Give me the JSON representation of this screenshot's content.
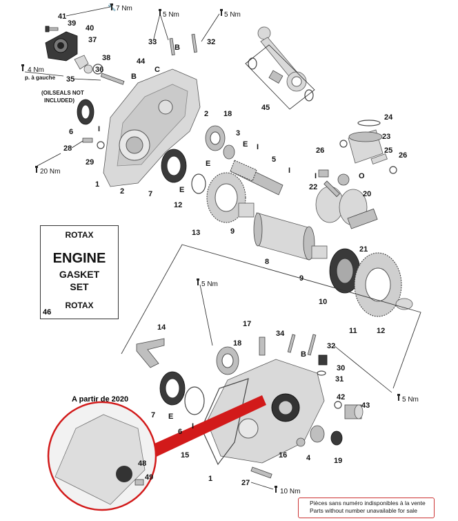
{
  "torques": {
    "t1": "7 Nm",
    "t2": "5 Nm",
    "t3": "5 Nm",
    "t4": "4 Nm",
    "t4_note": "p. à gauche",
    "t5": "20 Nm",
    "t6": "5 Nm",
    "t7": "5 Nm",
    "t8": "10 Nm"
  },
  "oilseal_note": [
    "(OILSEALS NOT",
    "INCLUDED)"
  ],
  "gasket_card": {
    "brand_top": "ROTAX",
    "line1": "ENGINE",
    "line2": "GASKET",
    "line3": "SET",
    "brand_bottom": "ROTAX",
    "ref": "46"
  },
  "from_year": "A partir de 2020",
  "notice": {
    "fr": "Pièces sans numéro indisponibles à la vente",
    "en": "Parts without number unavailable for sale"
  },
  "callouts": {
    "n41": "41",
    "n39": "39",
    "n40": "40",
    "n37": "37",
    "n38": "38",
    "n36": "36",
    "n35": "35",
    "n44": "44",
    "n33": "33",
    "n32": "32",
    "n45": "45",
    "n6": "6",
    "n28": "28",
    "n29": "29",
    "n1": "1",
    "n2a": "2",
    "n2b": "2",
    "n18": "18",
    "n3": "3",
    "n7": "7",
    "n12": "12",
    "n13": "13",
    "n9": "9",
    "n5": "5",
    "n24": "24",
    "n23": "23",
    "n26a": "26",
    "n25": "25",
    "n26b": "26",
    "n22": "22",
    "n20": "20",
    "n21": "21",
    "n8": "8",
    "n9b": "9",
    "n10": "10",
    "n11": "11",
    "n12b": "12",
    "n14": "14",
    "n17": "17",
    "n34": "34",
    "n18b": "18",
    "n32b": "32",
    "n30": "30",
    "n31": "31",
    "n7b": "7",
    "n6b": "6",
    "n15": "15",
    "n1b": "1",
    "n42": "42",
    "n43": "43",
    "n16": "16",
    "n4": "4",
    "n19": "19",
    "n27": "27",
    "n48": "48",
    "n49": "49"
  },
  "marks": {
    "B": "B",
    "C": "C",
    "E": "E",
    "I": "I",
    "O": "O"
  }
}
